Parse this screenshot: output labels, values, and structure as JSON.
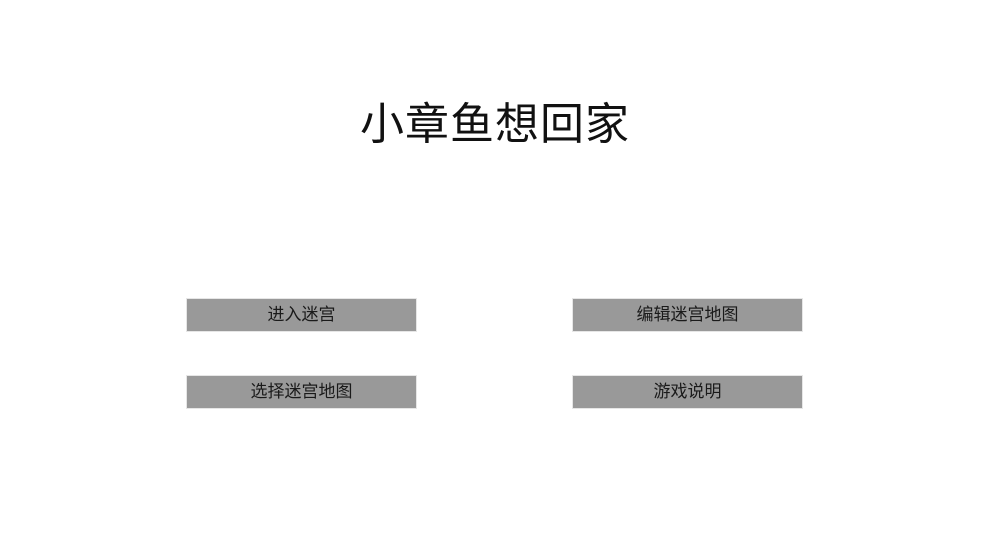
{
  "game": {
    "title": "小章鱼想回家"
  },
  "menu": {
    "buttons": [
      {
        "id": "enter-maze",
        "label": "进入迷宫"
      },
      {
        "id": "edit-maze-map",
        "label": "编辑迷宫地图"
      },
      {
        "id": "select-maze-map",
        "label": "选择迷宫地图"
      },
      {
        "id": "game-instructions",
        "label": "游戏说明"
      }
    ]
  },
  "colors": {
    "background": "#ffffff",
    "button_fill": "#999999",
    "text": "#111111"
  }
}
